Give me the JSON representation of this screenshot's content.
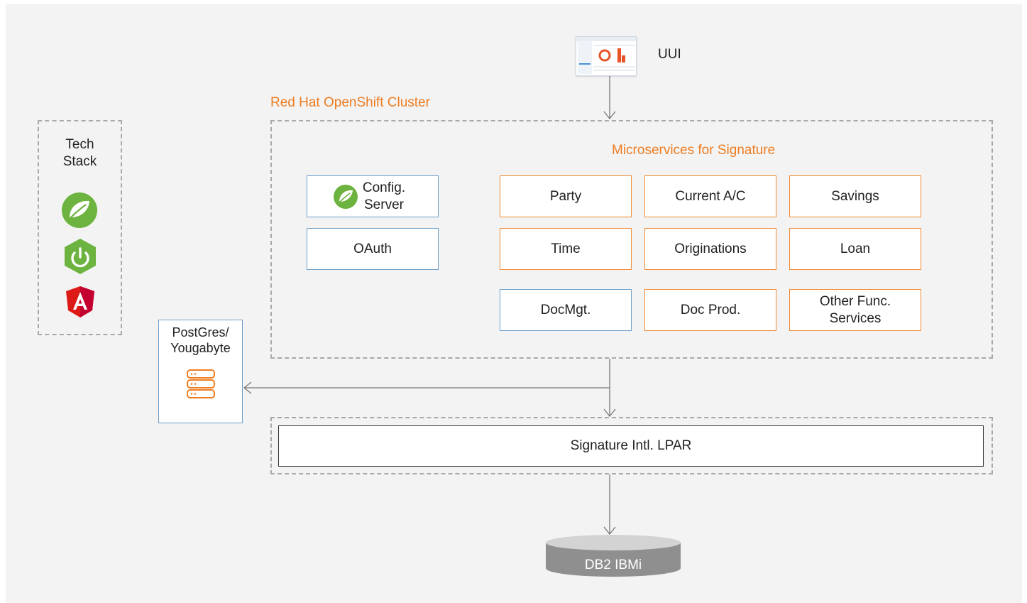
{
  "ui": {
    "label": "UUI"
  },
  "cluster": {
    "title": "Red Hat OpenShift Cluster",
    "microservices_title": "Microservices for Signature"
  },
  "tech_stack": {
    "title_line1": "Tech",
    "title_line2": "Stack",
    "icons": [
      "spring-icon",
      "spring-boot-icon",
      "angular-icon"
    ]
  },
  "left_services": [
    {
      "line1": "Config.",
      "line2": "Server",
      "icon": "spring-icon"
    },
    {
      "line1": "OAuth"
    }
  ],
  "microservices": [
    {
      "label": "Party",
      "kind": "orange"
    },
    {
      "label": "Current A/C",
      "kind": "orange"
    },
    {
      "label": "Savings",
      "kind": "orange"
    },
    {
      "label": "Time",
      "kind": "orange"
    },
    {
      "label": "Originations",
      "kind": "orange"
    },
    {
      "label": "Loan",
      "kind": "orange"
    },
    {
      "label": "DocMgt.",
      "kind": "blue"
    },
    {
      "label": "Doc Prod.",
      "kind": "orange"
    },
    {
      "line1": "Other Func.",
      "line2": "Services",
      "kind": "orange"
    }
  ],
  "database": {
    "line1": "PostGres/",
    "line2": "Yougabyte",
    "icon": "server-stack-icon"
  },
  "lpar": {
    "label": "Signature Intl. LPAR"
  },
  "db2": {
    "label": "DB2 IBMi"
  },
  "colors": {
    "orange": "#ee7d22",
    "blue": "#6d9ec9",
    "dash": "#a9a9a9",
    "background": "#f3f3f3"
  }
}
